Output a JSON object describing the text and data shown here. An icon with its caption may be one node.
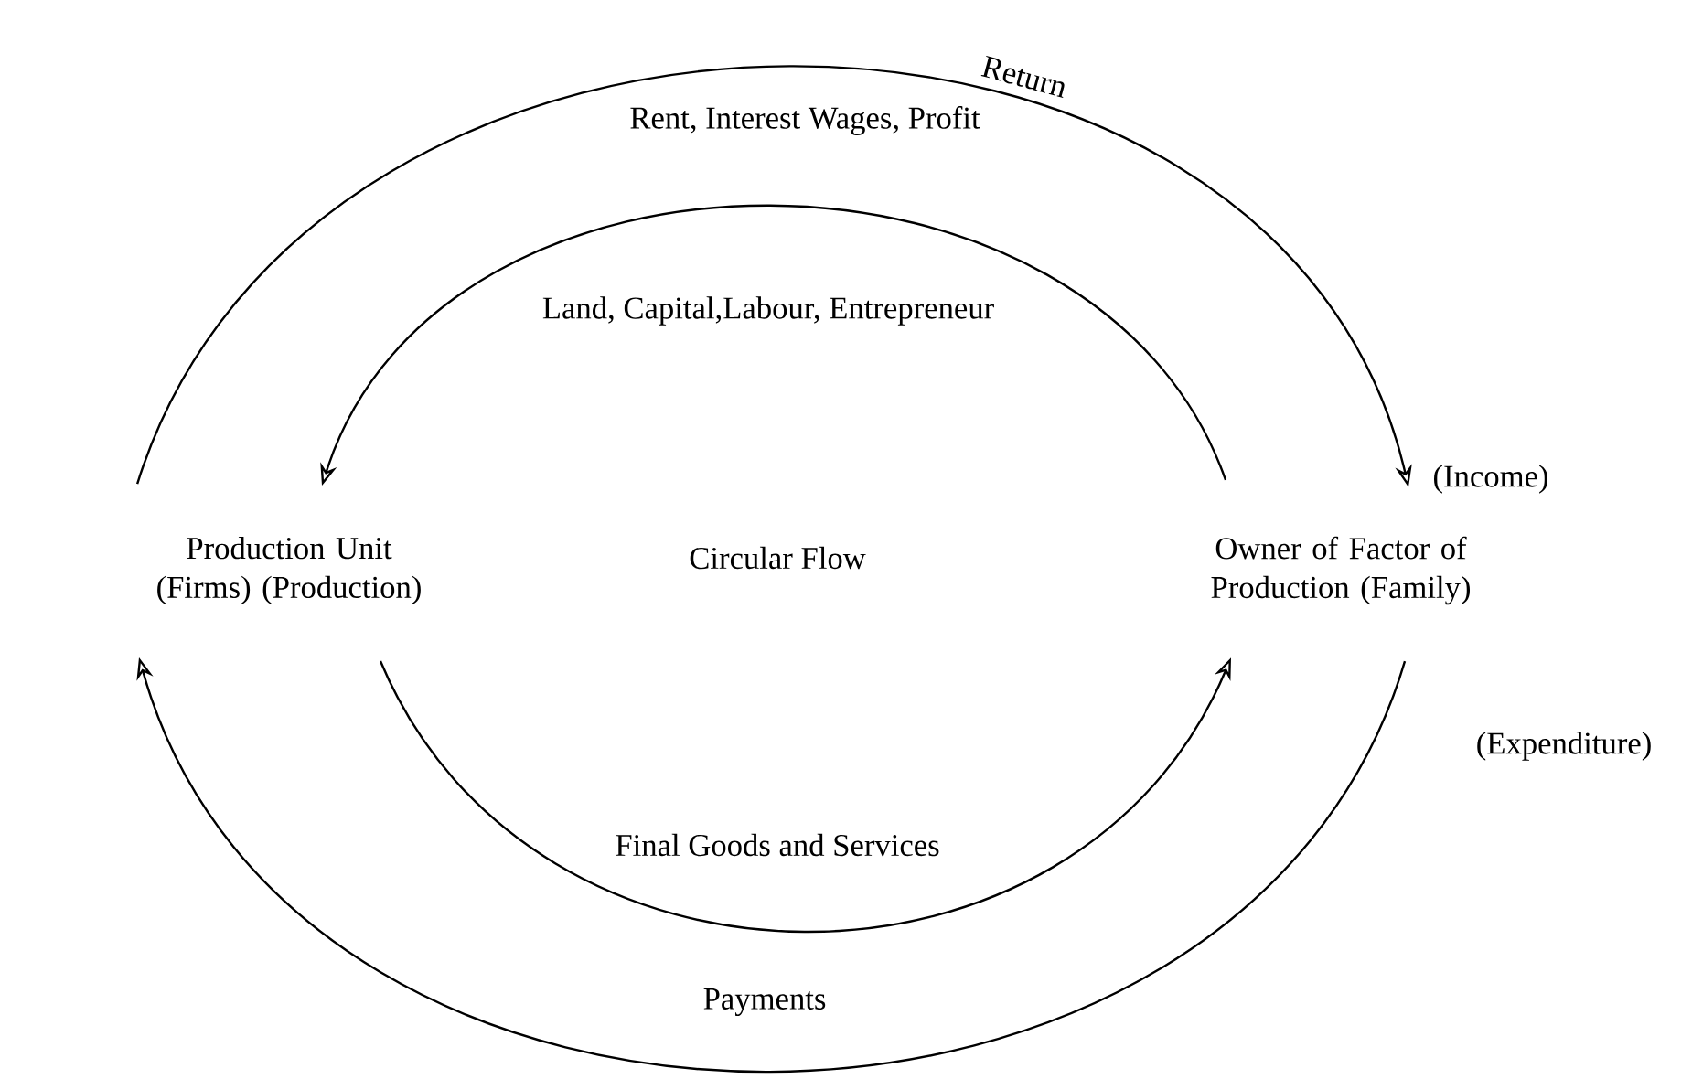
{
  "diagram": {
    "nodes": [
      {
        "text": [
          "Production Unit (Firms) (Production)"
        ]
      },
      {
        "text": [
          "Owner of Factor of Production (Family)"
        ]
      }
    ],
    "edges": [
      {
        "from": 0,
        "to": 1,
        "arrow": "to",
        "label": "Rent, Interest Wages, Profit"
      },
      {
        "from": 1,
        "to": 0,
        "arrow": "to",
        "label": "Land, Capital,Labour, Entrepreneur"
      },
      {
        "from": 0,
        "to": 1,
        "arrow": "to",
        "label": "Final Goods and Services"
      },
      {
        "from": 1,
        "to": 0,
        "arrow": "to",
        "label": "Payments"
      }
    ],
    "labels": [
      "Return",
      "(Income)",
      "Circular Flow",
      "(Expenditure)"
    ]
  }
}
